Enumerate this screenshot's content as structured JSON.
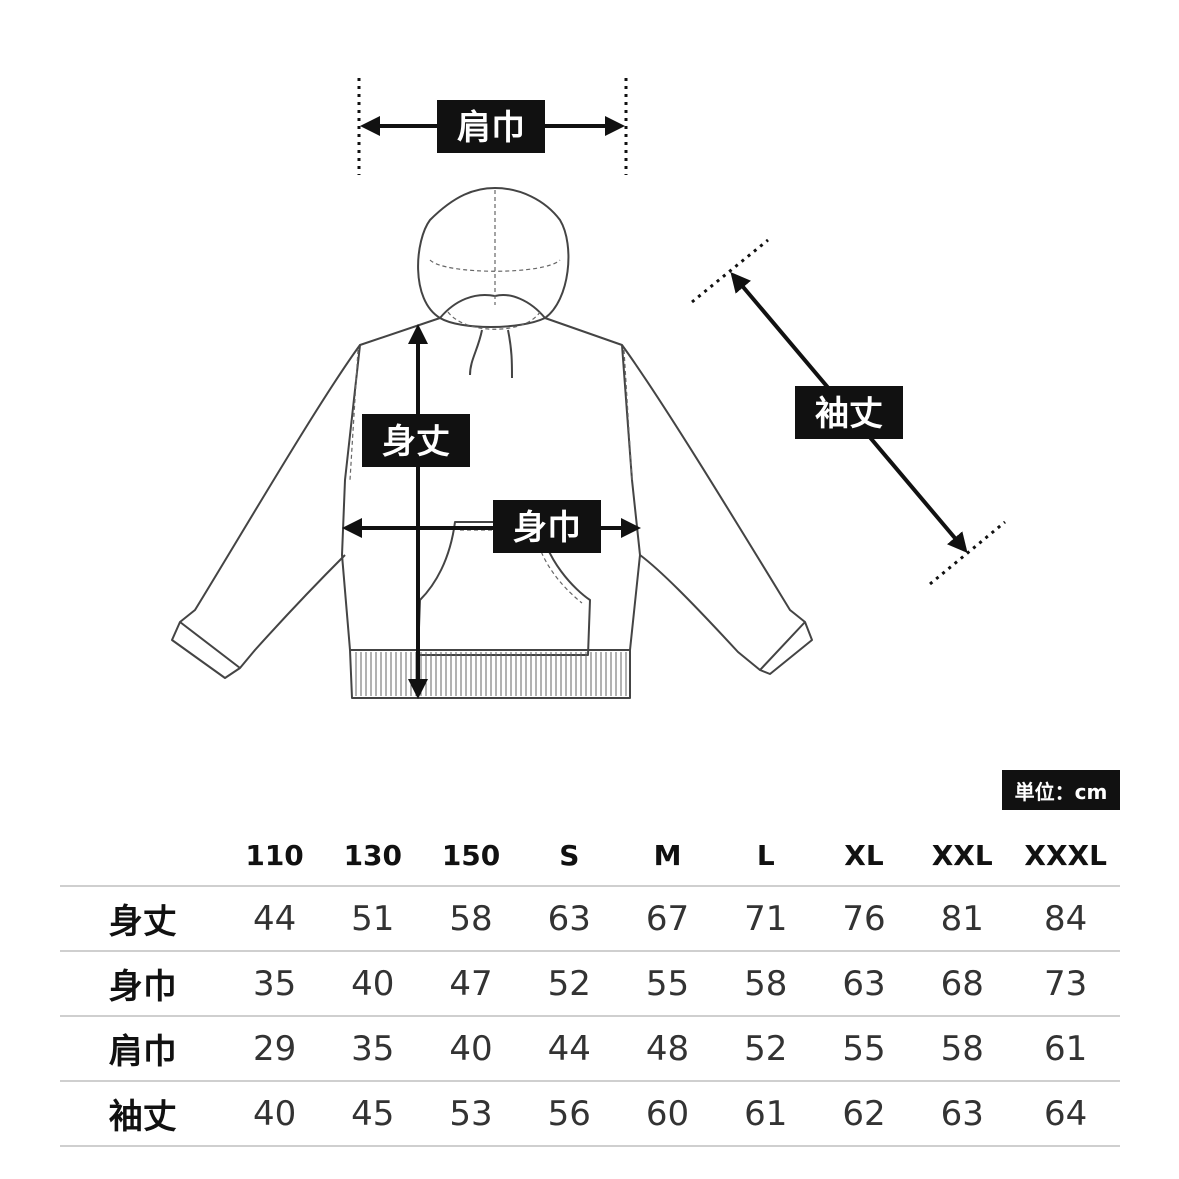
{
  "labels": {
    "shoulder_width": "肩巾",
    "body_length": "身丈",
    "body_width": "身巾",
    "sleeve_length": "袖丈"
  },
  "unit": "単位：cm",
  "table": {
    "columns": [
      "110",
      "130",
      "150",
      "S",
      "M",
      "L",
      "XL",
      "XXL",
      "XXXL"
    ],
    "rows": [
      {
        "label": "身丈",
        "values": [
          "44",
          "51",
          "58",
          "63",
          "67",
          "71",
          "76",
          "81",
          "84"
        ]
      },
      {
        "label": "身巾",
        "values": [
          "35",
          "40",
          "47",
          "52",
          "55",
          "58",
          "63",
          "68",
          "73"
        ]
      },
      {
        "label": "肩巾",
        "values": [
          "29",
          "35",
          "40",
          "44",
          "48",
          "52",
          "55",
          "58",
          "61"
        ]
      },
      {
        "label": "袖丈",
        "values": [
          "40",
          "45",
          "53",
          "56",
          "60",
          "61",
          "62",
          "63",
          "64"
        ]
      }
    ]
  }
}
